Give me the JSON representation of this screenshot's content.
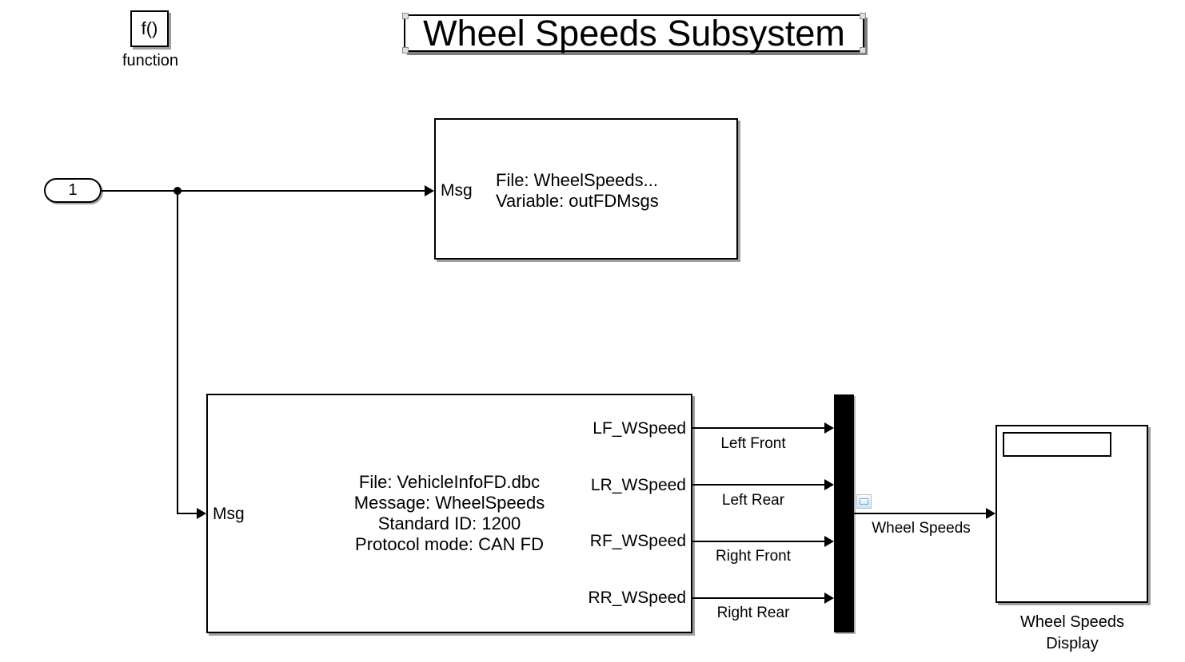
{
  "title_annotation": {
    "text": "Wheel Speeds Subsystem"
  },
  "function_block": {
    "symbol": "f()",
    "caption": "function"
  },
  "inport": {
    "label": "1"
  },
  "pack_block": {
    "port": "Msg",
    "text_line1": "File: WheelSpeeds...",
    "text_line2": "Variable: outFDMsgs"
  },
  "unpack_block": {
    "port": "Msg",
    "text": [
      "File: VehicleInfoFD.dbc",
      "Message: WheelSpeeds",
      "Standard ID: 1200",
      "Protocol mode: CAN FD"
    ],
    "outputs": [
      "LF_WSpeed",
      "LR_WSpeed",
      "RF_WSpeed",
      "RR_WSpeed"
    ]
  },
  "signals": {
    "left_front": "Left Front",
    "left_rear": "Left Rear",
    "right_front": "Right Front",
    "right_rear": "Right Rear",
    "mux_output": "Wheel Speeds"
  },
  "display_block": {
    "value": "",
    "caption_line1": "Wheel Speeds",
    "caption_line2": "Display"
  },
  "colors": {
    "line": "#000000",
    "background": "#ffffff",
    "badge_blue": "#7fa8c9"
  }
}
